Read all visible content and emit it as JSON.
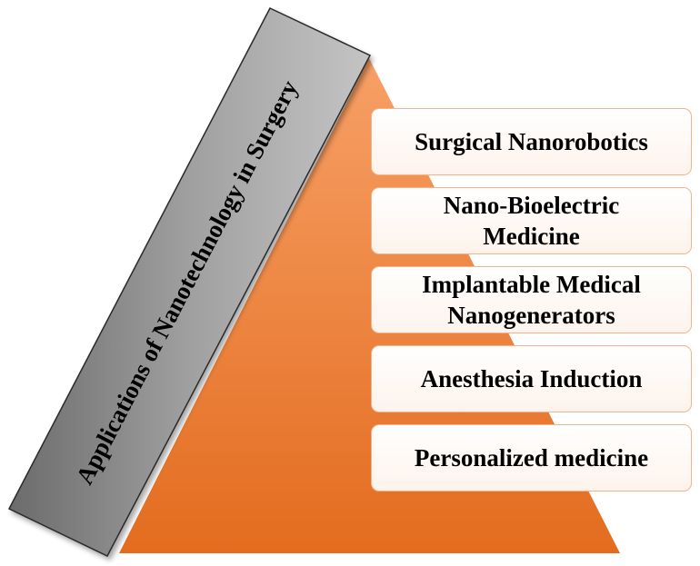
{
  "title": "Applications of Nanotechnology in Surgery",
  "colors": {
    "pyramid_top": "#f7a066",
    "pyramid_bottom": "#e36c1f",
    "banner_light": "#bdbdbd",
    "banner_dark": "#6b6b6b",
    "box_border": "#f2b48a",
    "box_fill": "#fdf3ec"
  },
  "items": [
    {
      "label": "Surgical Nanorobotics"
    },
    {
      "label": "Nano-Bioelectric Medicine"
    },
    {
      "label": "Implantable Medical Nanogenerators"
    },
    {
      "label": "Anesthesia Induction"
    },
    {
      "label": "Personalized medicine"
    }
  ]
}
